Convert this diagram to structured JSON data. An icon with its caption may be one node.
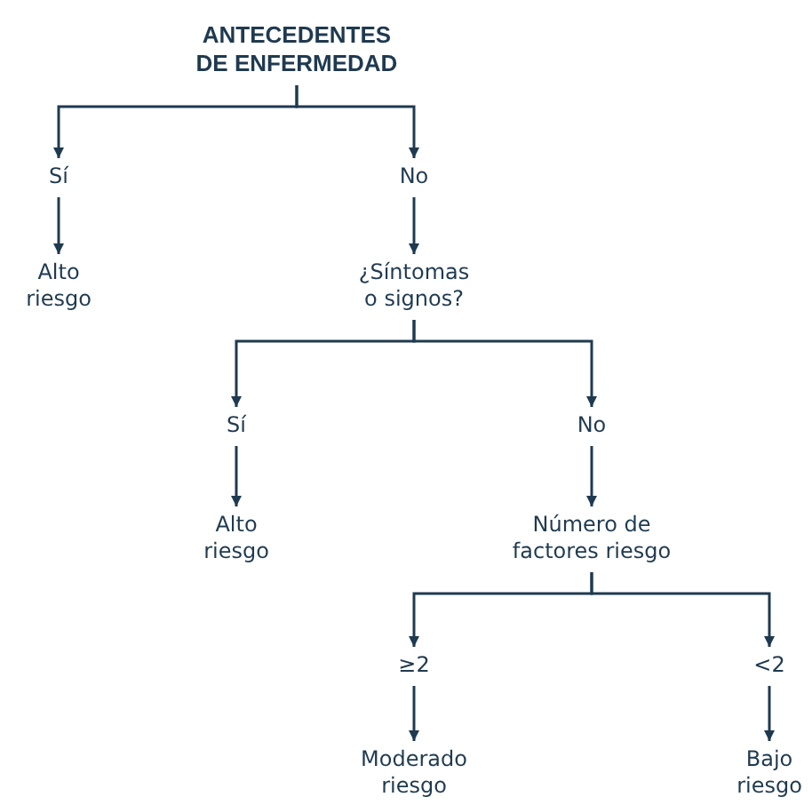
{
  "diagram": {
    "nodes": [
      {
        "text": [
          "ANTECEDENTES DE ENFERMEDAD"
        ]
      },
      {
        "text": [
          "Sí"
        ]
      },
      {
        "text": [
          "No"
        ]
      },
      {
        "text": [
          "Alto riesgo"
        ]
      },
      {
        "text": [
          "¿Síntomas o signos?"
        ]
      },
      {
        "text": [
          "Sí"
        ]
      },
      {
        "text": [
          "No"
        ]
      },
      {
        "text": [
          "Alto riesgo"
        ]
      },
      {
        "text": [
          "Número de factores riesgo"
        ]
      },
      {
        "text": [
          "≥2"
        ]
      },
      {
        "text": [
          "<2"
        ]
      },
      {
        "text": [
          "Moderado riesgo"
        ]
      },
      {
        "text": [
          "Bajo riesgo"
        ]
      }
    ],
    "edges": [
      {
        "from": 0,
        "to": 1,
        "arrow": "to"
      },
      {
        "from": 0,
        "to": 2,
        "arrow": "to"
      },
      {
        "from": 1,
        "to": 3,
        "arrow": "to"
      },
      {
        "from": 2,
        "to": 4,
        "arrow": "to"
      },
      {
        "from": 4,
        "to": 5,
        "arrow": "to"
      },
      {
        "from": 4,
        "to": 6,
        "arrow": "to"
      },
      {
        "from": 5,
        "to": 7,
        "arrow": "to"
      },
      {
        "from": 6,
        "to": 8,
        "arrow": "to"
      },
      {
        "from": 8,
        "to": 9,
        "arrow": "to"
      },
      {
        "from": 8,
        "to": 10,
        "arrow": "to"
      },
      {
        "from": 9,
        "to": 11,
        "arrow": "to"
      },
      {
        "from": 10,
        "to": 12,
        "arrow": "to"
      }
    ]
  }
}
